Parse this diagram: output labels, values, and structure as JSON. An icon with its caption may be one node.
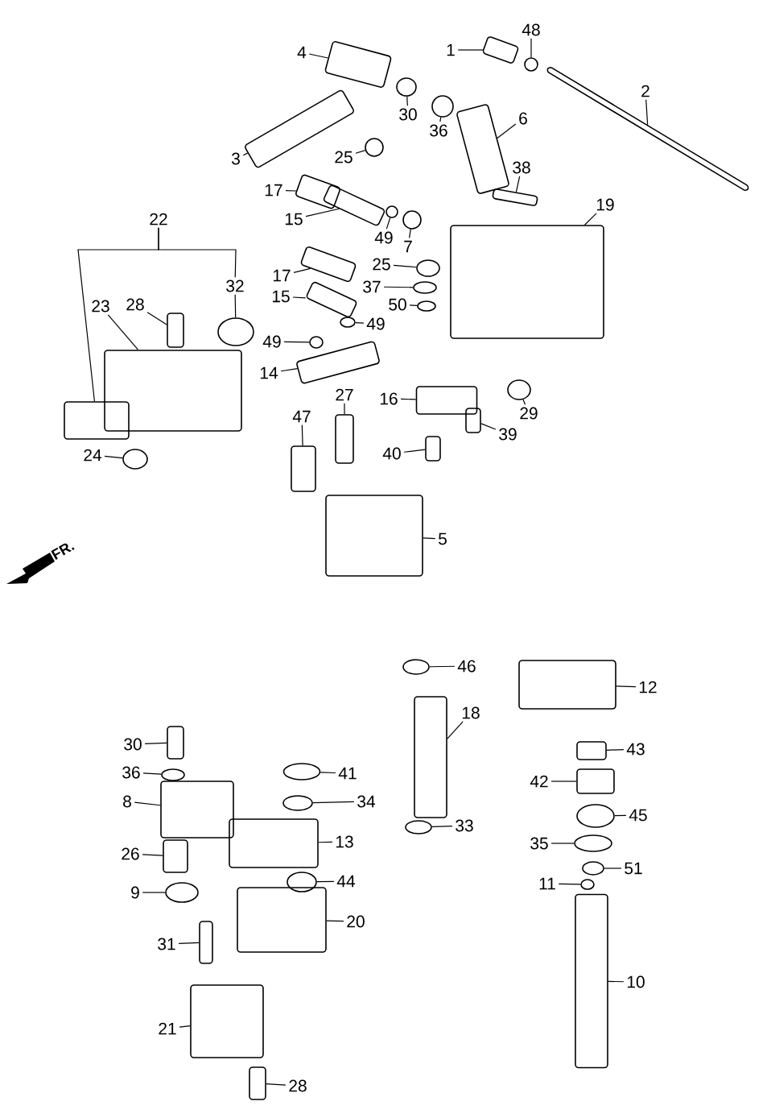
{
  "diagram": {
    "nodes": [
      {
        "text": [
          "1"
        ]
      },
      {
        "text": [],
        "shape": "box"
      },
      {
        "text": [
          "48"
        ]
      },
      {
        "text": [],
        "shape": "circle"
      },
      {
        "text": [
          "2"
        ]
      },
      {
        "text": [],
        "shape": "box"
      },
      {
        "text": [
          "4"
        ]
      },
      {
        "text": [],
        "shape": "box"
      },
      {
        "text": [
          "30"
        ]
      },
      {
        "text": [],
        "shape": "circle"
      },
      {
        "text": [
          "36"
        ]
      },
      {
        "text": [],
        "shape": "circle"
      },
      {
        "text": [
          "6"
        ]
      },
      {
        "text": [],
        "shape": "box"
      },
      {
        "text": [
          "3"
        ]
      },
      {
        "text": [],
        "shape": "box"
      },
      {
        "text": [
          "25"
        ]
      },
      {
        "text": [],
        "shape": "circle"
      },
      {
        "text": [
          "17"
        ]
      },
      {
        "text": [],
        "shape": "box"
      },
      {
        "text": [
          "15"
        ]
      },
      {
        "text": [],
        "shape": "box"
      },
      {
        "text": [
          "38"
        ]
      },
      {
        "text": [],
        "shape": "box"
      },
      {
        "text": [
          "19"
        ]
      },
      {
        "text": [],
        "shape": "box"
      },
      {
        "text": [
          "49"
        ]
      },
      {
        "text": [],
        "shape": "circle"
      },
      {
        "text": [
          "7"
        ]
      },
      {
        "text": [],
        "shape": "circle"
      },
      {
        "text": [
          "22"
        ]
      },
      {
        "text": [],
        "shape": "box"
      },
      {
        "text": [
          "32"
        ]
      },
      {
        "text": [],
        "shape": "circle"
      },
      {
        "text": [
          "23"
        ]
      },
      {
        "text": [],
        "shape": "box"
      },
      {
        "text": [
          "28"
        ]
      },
      {
        "text": [],
        "shape": "box"
      },
      {
        "text": [
          "17"
        ]
      },
      {
        "text": [],
        "shape": "box"
      },
      {
        "text": [
          "15"
        ]
      },
      {
        "text": [],
        "shape": "box"
      },
      {
        "text": [
          "25"
        ]
      },
      {
        "text": [],
        "shape": "circle"
      },
      {
        "text": [
          "37"
        ]
      },
      {
        "text": [],
        "shape": "circle"
      },
      {
        "text": [
          "50"
        ]
      },
      {
        "text": [],
        "shape": "circle"
      },
      {
        "text": [
          "49"
        ]
      },
      {
        "text": [],
        "shape": "circle"
      },
      {
        "text": [
          "49"
        ]
      },
      {
        "text": [],
        "shape": "circle"
      },
      {
        "text": [
          "14"
        ]
      },
      {
        "text": [],
        "shape": "box"
      },
      {
        "text": [
          "16"
        ]
      },
      {
        "text": [],
        "shape": "box"
      },
      {
        "text": [
          "29"
        ]
      },
      {
        "text": [],
        "shape": "circle"
      },
      {
        "text": [
          "27"
        ]
      },
      {
        "text": [],
        "shape": "box"
      },
      {
        "text": [
          "39"
        ]
      },
      {
        "text": [],
        "shape": "box"
      },
      {
        "text": [
          "40"
        ]
      },
      {
        "text": [],
        "shape": "box"
      },
      {
        "text": [
          "47"
        ]
      },
      {
        "text": [],
        "shape": "box"
      },
      {
        "text": [
          "24"
        ]
      },
      {
        "text": [],
        "shape": "circle"
      },
      {
        "text": [
          "5"
        ]
      },
      {
        "text": [],
        "shape": "box"
      },
      {
        "text": [
          "46"
        ]
      },
      {
        "text": [],
        "shape": "circle"
      },
      {
        "text": [
          "12"
        ]
      },
      {
        "text": [],
        "shape": "box"
      },
      {
        "text": [
          "18"
        ]
      },
      {
        "text": [],
        "shape": "box"
      },
      {
        "text": [
          "30"
        ]
      },
      {
        "text": [],
        "shape": "box"
      },
      {
        "text": [
          "36"
        ]
      },
      {
        "text": [],
        "shape": "circle"
      },
      {
        "text": [
          "41"
        ]
      },
      {
        "text": [],
        "shape": "circle"
      },
      {
        "text": [
          "8"
        ]
      },
      {
        "text": [],
        "shape": "box"
      },
      {
        "text": [
          "34"
        ]
      },
      {
        "text": [],
        "shape": "circle"
      },
      {
        "text": [
          "33"
        ]
      },
      {
        "text": [],
        "shape": "circle"
      },
      {
        "text": [
          "43"
        ]
      },
      {
        "text": [],
        "shape": "box"
      },
      {
        "text": [
          "42"
        ]
      },
      {
        "text": [],
        "shape": "box"
      },
      {
        "text": [
          "45"
        ]
      },
      {
        "text": [],
        "shape": "circle"
      },
      {
        "text": [
          "35"
        ]
      },
      {
        "text": [],
        "shape": "circle"
      },
      {
        "text": [
          "51"
        ]
      },
      {
        "text": [],
        "shape": "circle"
      },
      {
        "text": [
          "11"
        ]
      },
      {
        "text": [],
        "shape": "circle"
      },
      {
        "text": [
          "13"
        ]
      },
      {
        "text": [],
        "shape": "box"
      },
      {
        "text": [
          "26"
        ]
      },
      {
        "text": [],
        "shape": "box"
      },
      {
        "text": [
          "44"
        ]
      },
      {
        "text": [],
        "shape": "circle"
      },
      {
        "text": [
          "9"
        ]
      },
      {
        "text": [],
        "shape": "circle"
      },
      {
        "text": [
          "20"
        ]
      },
      {
        "text": [],
        "shape": "box"
      },
      {
        "text": [
          "31"
        ]
      },
      {
        "text": [],
        "shape": "box"
      },
      {
        "text": [
          "10"
        ]
      },
      {
        "text": [],
        "shape": "box"
      },
      {
        "text": [
          "21"
        ]
      },
      {
        "text": [],
        "shape": "box"
      },
      {
        "text": [
          "28"
        ]
      },
      {
        "text": [],
        "shape": "box"
      }
    ],
    "edges": [
      {
        "from": 0,
        "to": 1,
        "arrow": "none"
      },
      {
        "from": 2,
        "to": 3,
        "arrow": "none"
      },
      {
        "from": 4,
        "to": 5,
        "arrow": "none"
      },
      {
        "from": 6,
        "to": 7,
        "arrow": "none"
      },
      {
        "from": 8,
        "to": 9,
        "arrow": "none"
      },
      {
        "from": 10,
        "to": 11,
        "arrow": "none"
      },
      {
        "from": 12,
        "to": 13,
        "arrow": "none"
      },
      {
        "from": 14,
        "to": 15,
        "arrow": "none"
      },
      {
        "from": 16,
        "to": 17,
        "arrow": "none"
      },
      {
        "from": 18,
        "to": 19,
        "arrow": "none"
      },
      {
        "from": 20,
        "to": 21,
        "arrow": "none"
      },
      {
        "from": 22,
        "to": 23,
        "arrow": "none"
      },
      {
        "from": 24,
        "to": 25,
        "arrow": "none"
      },
      {
        "from": 26,
        "to": 27,
        "arrow": "none"
      },
      {
        "from": 28,
        "to": 29,
        "arrow": "none"
      },
      {
        "from": 30,
        "to": 31,
        "arrow": "none"
      },
      {
        "from": 32,
        "to": 33,
        "arrow": "none"
      },
      {
        "from": 34,
        "to": 35,
        "arrow": "none"
      },
      {
        "from": 36,
        "to": 37,
        "arrow": "none"
      },
      {
        "from": 38,
        "to": 39,
        "arrow": "none"
      },
      {
        "from": 40,
        "to": 41,
        "arrow": "none"
      },
      {
        "from": 42,
        "to": 43,
        "arrow": "none"
      },
      {
        "from": 44,
        "to": 45,
        "arrow": "none"
      },
      {
        "from": 46,
        "to": 47,
        "arrow": "none"
      },
      {
        "from": 48,
        "to": 49,
        "arrow": "none"
      },
      {
        "from": 50,
        "to": 51,
        "arrow": "none"
      },
      {
        "from": 52,
        "to": 53,
        "arrow": "none"
      },
      {
        "from": 54,
        "to": 55,
        "arrow": "none"
      },
      {
        "from": 56,
        "to": 57,
        "arrow": "none"
      },
      {
        "from": 58,
        "to": 59,
        "arrow": "none"
      },
      {
        "from": 60,
        "to": 61,
        "arrow": "none"
      },
      {
        "from": 62,
        "to": 63,
        "arrow": "none"
      },
      {
        "from": 64,
        "to": 65,
        "arrow": "none"
      },
      {
        "from": 66,
        "to": 67,
        "arrow": "none"
      },
      {
        "from": 68,
        "to": 69,
        "arrow": "none"
      },
      {
        "from": 70,
        "to": 71,
        "arrow": "none"
      },
      {
        "from": 72,
        "to": 73,
        "arrow": "none"
      },
      {
        "from": 74,
        "to": 75,
        "arrow": "none"
      },
      {
        "from": 76,
        "to": 77,
        "arrow": "none"
      },
      {
        "from": 78,
        "to": 79,
        "arrow": "none"
      },
      {
        "from": 80,
        "to": 81,
        "arrow": "none"
      },
      {
        "from": 82,
        "to": 83,
        "arrow": "none"
      },
      {
        "from": 84,
        "to": 85,
        "arrow": "none"
      },
      {
        "from": 86,
        "to": 87,
        "arrow": "none"
      },
      {
        "from": 88,
        "to": 89,
        "arrow": "none"
      },
      {
        "from": 90,
        "to": 91,
        "arrow": "none"
      },
      {
        "from": 92,
        "to": 93,
        "arrow": "none"
      },
      {
        "from": 94,
        "to": 95,
        "arrow": "none"
      },
      {
        "from": 96,
        "to": 97,
        "arrow": "none"
      },
      {
        "from": 98,
        "to": 99,
        "arrow": "none"
      },
      {
        "from": 100,
        "to": 101,
        "arrow": "none"
      },
      {
        "from": 102,
        "to": 103,
        "arrow": "none"
      },
      {
        "from": 104,
        "to": 105,
        "arrow": "none"
      },
      {
        "from": 106,
        "to": 107,
        "arrow": "none"
      },
      {
        "from": 108,
        "to": 109,
        "arrow": "none"
      },
      {
        "from": 110,
        "to": 111,
        "arrow": "none"
      },
      {
        "from": 112,
        "to": 113,
        "arrow": "none"
      },
      {
        "from": 114,
        "to": 115,
        "arrow": "none"
      },
      {
        "from": 116,
        "to": 117,
        "arrow": "none"
      },
      {
        "from": 30,
        "to": 32,
        "arrow": "none"
      }
    ],
    "labels": [
      "FR."
    ]
  }
}
